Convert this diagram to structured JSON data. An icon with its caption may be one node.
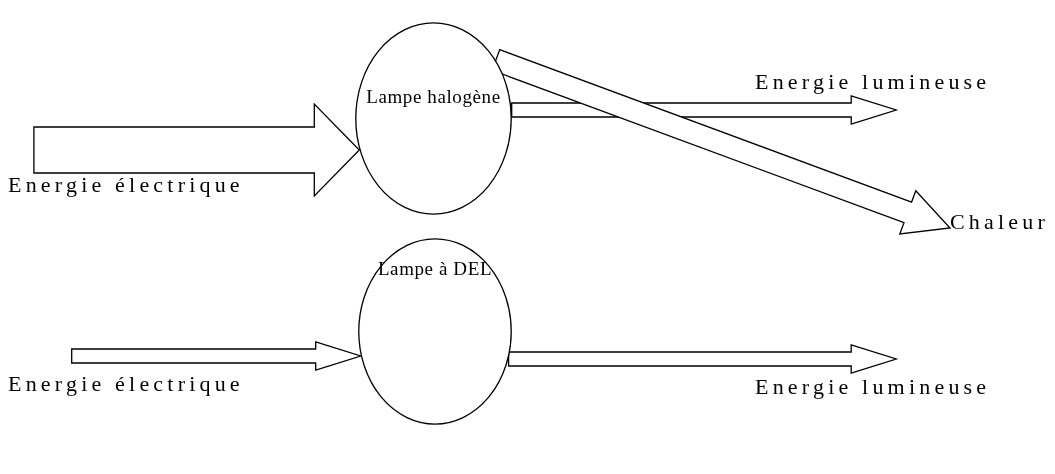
{
  "diagram": {
    "nodes": [
      {
        "text": [
          "Lampe halogène"
        ]
      },
      {
        "text": [
          "Energie électrique"
        ]
      },
      {
        "text": [
          "Energie lumineuse"
        ]
      },
      {
        "text": [
          "Chaleur"
        ]
      },
      {
        "text": [
          "Lampe à DEL"
        ]
      },
      {
        "text": [
          "Energie électrique"
        ]
      },
      {
        "text": [
          "Energie lumineuse"
        ]
      }
    ],
    "edges": [
      {
        "from": 1,
        "to": 0,
        "arrow": "to",
        "style": "thick"
      },
      {
        "from": 0,
        "to": 2,
        "arrow": "to"
      },
      {
        "from": 0,
        "to": 3,
        "arrow": "to"
      },
      {
        "from": 5,
        "to": 4,
        "arrow": "to"
      },
      {
        "from": 4,
        "to": 6,
        "arrow": "to"
      }
    ]
  }
}
